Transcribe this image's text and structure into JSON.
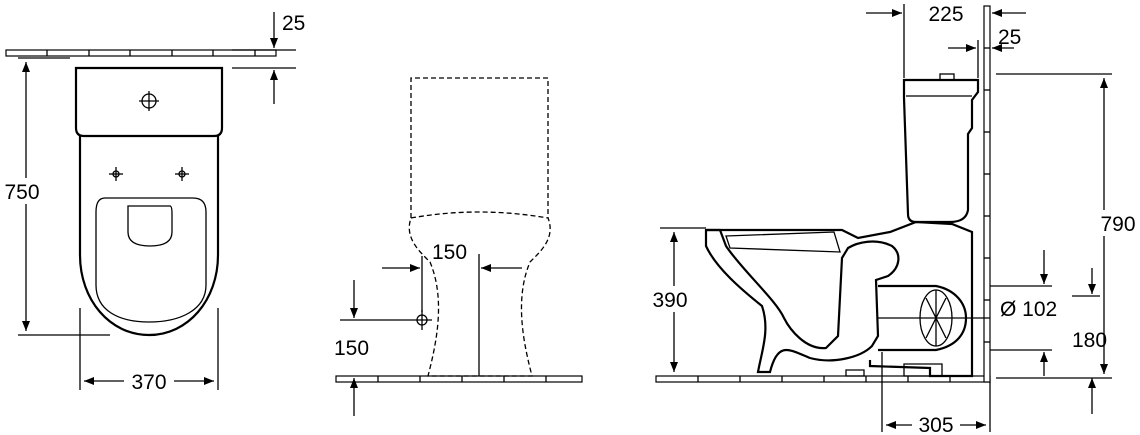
{
  "views": {
    "top": {
      "dim_wall_offset": "25",
      "dim_depth": "750",
      "dim_width": "370"
    },
    "front": {
      "dim_outlet_center_x": "150",
      "dim_outlet_height": "150"
    },
    "side": {
      "dim_cistern_depth": "225",
      "dim_wall_gap": "25",
      "dim_total_height": "790",
      "dim_seat_height": "390",
      "dim_outlet_diameter": "Ø 102",
      "dim_outlet_height": "180",
      "dim_outlet_distance": "305"
    }
  },
  "colors": {
    "line": "#000000",
    "background": "#ffffff"
  }
}
